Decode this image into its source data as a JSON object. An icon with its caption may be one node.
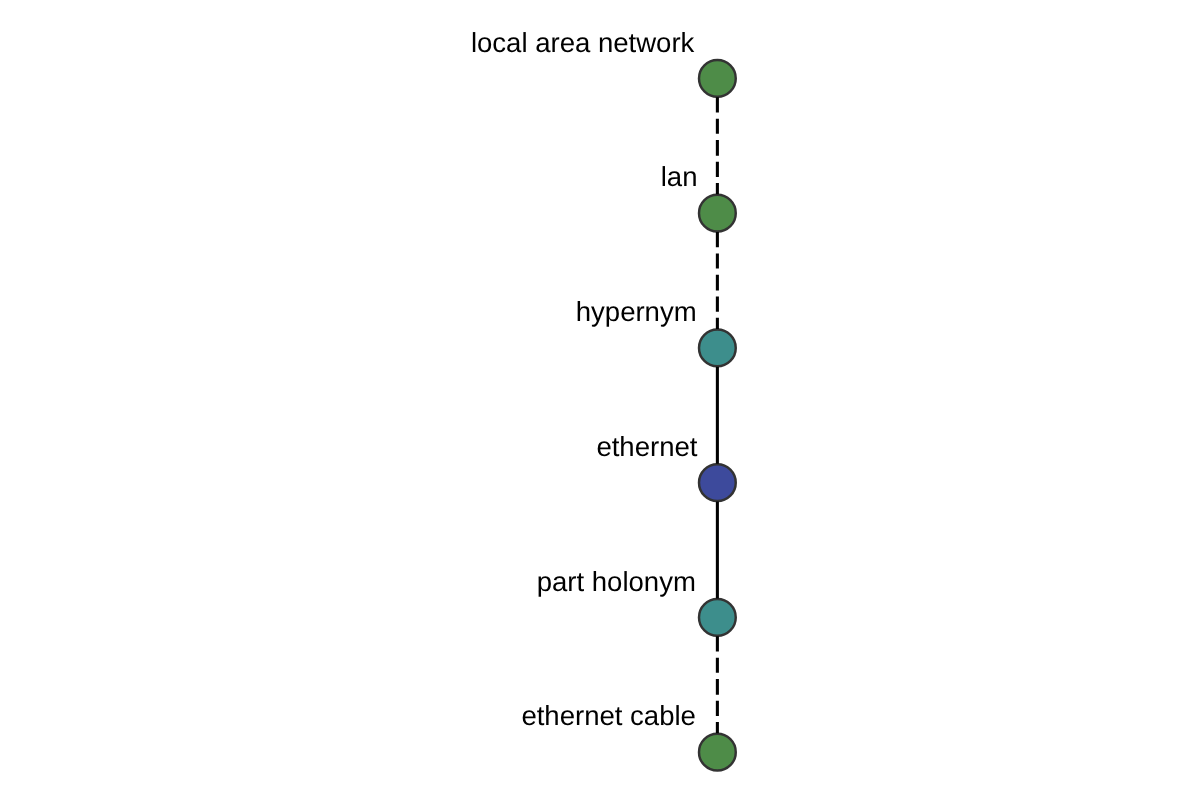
{
  "diagram": {
    "nodes": [
      {
        "text": [
          "local area network"
        ]
      },
      {
        "text": [
          "lan"
        ]
      },
      {
        "text": [
          "hypernym"
        ]
      },
      {
        "text": [
          "ethernet"
        ]
      },
      {
        "text": [
          "part holonym"
        ]
      },
      {
        "text": [
          "ethernet cable"
        ]
      }
    ],
    "edges": [
      {
        "from": 0,
        "to": 1,
        "arrow": "none",
        "style": "dashed"
      },
      {
        "from": 1,
        "to": 2,
        "arrow": "none",
        "style": "dashed"
      },
      {
        "from": 2,
        "to": 3,
        "arrow": "none"
      },
      {
        "from": 3,
        "to": 4,
        "arrow": "none"
      },
      {
        "from": 4,
        "to": 5,
        "arrow": "none",
        "style": "dashed"
      }
    ]
  }
}
